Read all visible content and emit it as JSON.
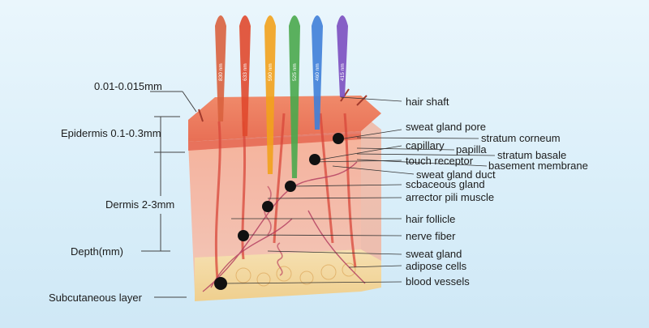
{
  "wavelength_rods": [
    {
      "label": "830 nm",
      "color": "#d9623e"
    },
    {
      "label": "633 nm",
      "color": "#e0492e"
    },
    {
      "label": "590 nm",
      "color": "#f2a21c"
    },
    {
      "label": "525 nm",
      "color": "#4aa84c"
    },
    {
      "label": "460 nm",
      "color": "#3f7fd8"
    },
    {
      "label": "415 nm",
      "color": "#7b4fc0"
    }
  ],
  "left_labels": {
    "thickness": "0.01-0.015mm",
    "epidermis": "Epidermis 0.1-0.3mm",
    "dermis": "Dermis 2-3mm",
    "depth": "Depth(mm)",
    "subcutaneous": "Subcutaneous layer"
  },
  "right_labels": {
    "hair_shaft": "hair shaft",
    "sweat_gland_pore": "sweat gland pore",
    "stratum_corneum": "stratum corneum",
    "capillary": "capillary",
    "papilla": "papilla",
    "stratum_basale": "stratum basale",
    "touch_receptor": "touch receptor",
    "basement_membrane": "basement membrane",
    "sweat_gland_duct": "sweat gland duct",
    "sebaceous_gland": "scbaceous gland",
    "arrector_pili": "arrector pili muscle",
    "hair_follicle": "hair follicle",
    "nerve_fiber": "nerve fiber",
    "sweat_gland": "sweat gland",
    "adipose_cells": "adipose cells",
    "blood_vessels": "blood vessels"
  },
  "colors": {
    "skin_top": "#f2a58a",
    "dermis": "#f5bfae",
    "fat": "#f3d7a0",
    "marker": "#111111",
    "leader": "#333333"
  }
}
